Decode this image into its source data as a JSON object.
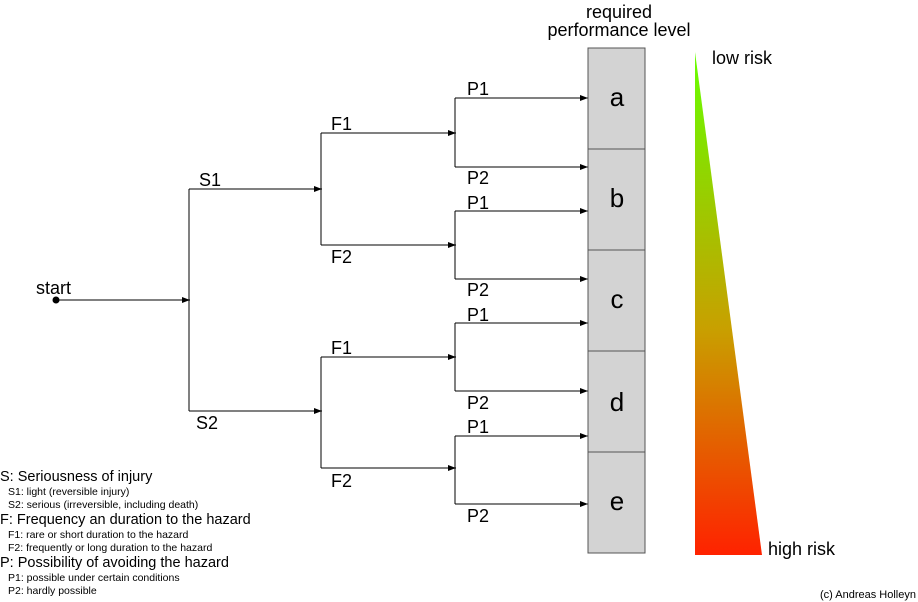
{
  "title": "required performance level",
  "title_line1": "required",
  "title_line2": "performance level",
  "start_label": "start",
  "branch_labels": {
    "S1": "S1",
    "S2": "S2",
    "F1": "F1",
    "F2": "F2",
    "P1": "P1",
    "P2": "P2"
  },
  "levels": [
    "a",
    "b",
    "c",
    "d",
    "e"
  ],
  "risk": {
    "low": "low risk",
    "high": "high risk",
    "colors": {
      "top": "#66ff00",
      "middle": "#c8a000",
      "bottom": "#ff2200"
    }
  },
  "legend": [
    {
      "heading": "S: Seriousness of injury",
      "items": [
        "S1: light (reversible injury)",
        "S2: serious (irreversible, including death)"
      ]
    },
    {
      "heading": "F: Frequency an duration to the hazard",
      "items": [
        "F1: rare or short duration to the hazard",
        "F2: frequently or long duration to the hazard"
      ]
    },
    {
      "heading": "P: Possibility of avoiding the hazard",
      "items": [
        "P1: possible under certain conditions",
        "P2: hardly possible"
      ]
    }
  ],
  "copyright": "(c) Andreas Holleyn"
}
